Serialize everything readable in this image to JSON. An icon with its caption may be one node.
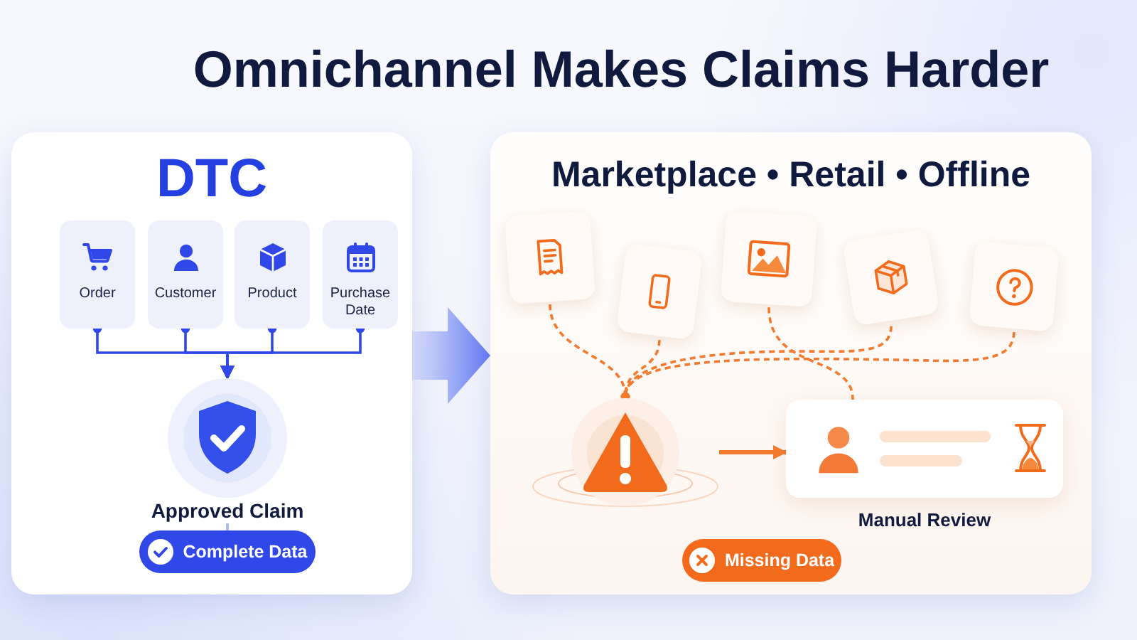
{
  "diagram": {
    "title": "Omnichannel Makes Claims Harder",
    "nodes": [
      {
        "text": [
          "DTC"
        ]
      },
      {
        "text": [
          "Order"
        ],
        "in": 0
      },
      {
        "text": [
          "Customer"
        ],
        "in": 0
      },
      {
        "text": [
          "Product"
        ],
        "in": 0
      },
      {
        "text": [
          "Purchase Date"
        ],
        "in": 0
      },
      {
        "text": [
          "Approved Claim"
        ],
        "in": 0
      },
      {
        "text": [
          "Complete Data"
        ],
        "in": 0
      },
      {
        "text": [
          "Marketplace • Retail • Offline"
        ]
      },
      {
        "text": [],
        "shape": "picture",
        "in": 7
      },
      {
        "text": [],
        "shape": "picture",
        "in": 7
      },
      {
        "text": [],
        "shape": "picture",
        "in": 7
      },
      {
        "text": [],
        "shape": "picture",
        "in": 7
      },
      {
        "text": [],
        "shape": "picture",
        "in": 7
      },
      {
        "text": [],
        "shape": "triangle",
        "in": 7
      },
      {
        "text": [
          "Manual Review"
        ],
        "in": 7
      },
      {
        "text": [
          "Missing Data"
        ],
        "in": 7
      }
    ],
    "edges": [
      {
        "from": 1,
        "to": 5,
        "arrow": "to",
        "color": "#3048e8"
      },
      {
        "from": 2,
        "to": 5,
        "arrow": "to",
        "color": "#3048e8"
      },
      {
        "from": 3,
        "to": 5,
        "arrow": "to",
        "color": "#3048e8"
      },
      {
        "from": 4,
        "to": 5,
        "arrow": "to",
        "color": "#3048e8"
      },
      {
        "from": 5,
        "to": 6,
        "arrow": "none",
        "color": "#a9b5f2"
      },
      {
        "from": 0,
        "to": 7,
        "arrow": "to",
        "style": "thick",
        "color": "#4a64f0"
      },
      {
        "from": 8,
        "to": 13,
        "arrow": "other",
        "style": "dashed",
        "color": "#f37a2e"
      },
      {
        "from": 9,
        "to": 13,
        "arrow": "other",
        "style": "dashed",
        "color": "#f37a2e"
      },
      {
        "from": 10,
        "to": 14,
        "arrow": "none",
        "style": "dashed",
        "color": "#f37a2e"
      },
      {
        "from": 11,
        "to": 13,
        "arrow": "other",
        "style": "dashed",
        "color": "#f37a2e"
      },
      {
        "from": 12,
        "to": 13,
        "arrow": "other",
        "style": "dashed",
        "color": "#f37a2e"
      },
      {
        "from": 13,
        "to": 14,
        "arrow": "to",
        "color": "#f37a2e"
      }
    ]
  }
}
